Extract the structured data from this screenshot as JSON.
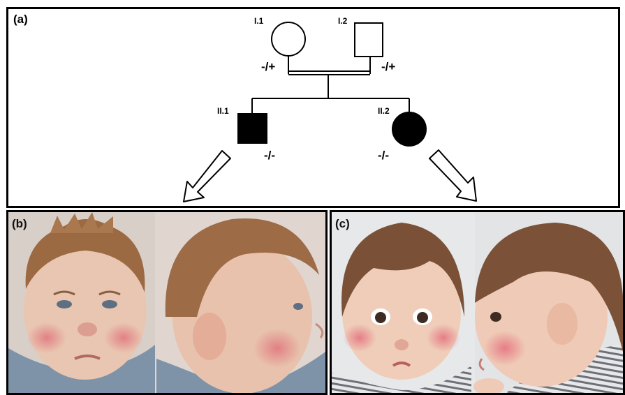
{
  "panels": {
    "a": {
      "label": "(a)"
    },
    "b": {
      "label": "(b)"
    },
    "c": {
      "label": "(c)"
    }
  },
  "pedigree": {
    "individuals": [
      {
        "id": "I.1",
        "sex": "female",
        "affected": false,
        "genotype": "-/+"
      },
      {
        "id": "I.2",
        "sex": "male",
        "affected": false,
        "genotype": "-/+"
      },
      {
        "id": "II.1",
        "sex": "male",
        "affected": true,
        "genotype": "-/-"
      },
      {
        "id": "II.2",
        "sex": "female",
        "affected": true,
        "genotype": "-/-"
      }
    ],
    "consanguineous_marriage": true
  },
  "photos": {
    "b": {
      "subject": "II.1",
      "views": [
        "frontal",
        "lateral"
      ]
    },
    "c": {
      "subject": "II.2",
      "views": [
        "frontal",
        "lateral"
      ]
    }
  },
  "colors": {
    "affected_fill": "#000000",
    "unaffected_fill": "#ffffff",
    "line": "#000000"
  }
}
